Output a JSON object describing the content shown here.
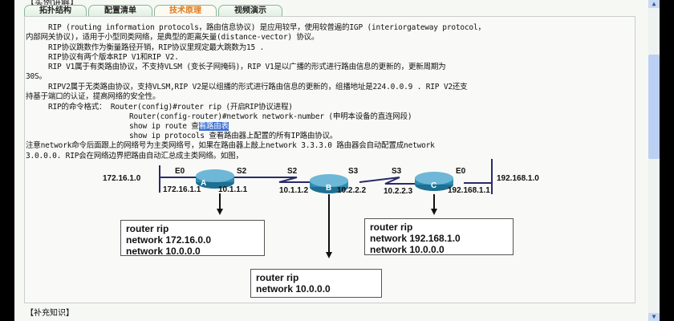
{
  "header": "【实例讲解】",
  "tabs": [
    {
      "label": "拓扑结构"
    },
    {
      "label": "配置清单"
    },
    {
      "label": "技术原理"
    },
    {
      "label": "视频演示"
    }
  ],
  "lines": [
    "RIP (routing information protocols，路由信息协议) 是应用较早，使用较普遍的IGP (interiorgateway protocol，",
    "内部网关协议)，适用于小型同类网络，是典型的距离矢量(distance-vector) 协议。",
    "RIP协议跳数作为衡量路径开销，RIP协议里规定最大跳数为15 .",
    "RIP协议有两个版本RIP V1和RIP V2.",
    "RIP V1属于有类路由协议，不支持VLSM (变长子网掩码)，RIP V1是以广播的形式进行路由信息的更新的，更新周期为",
    "30S。",
    "RIPV2属于无类路由协议，支持VLSM,RIP V2是以组播的形式进行路由信息的更新的，组播地址是224.0.0.9 . RIP V2还支",
    "持基于端口的认证，提高网络的安全性。",
    "RIP的命令格式： Router(config)#router rip  (开启RIP协议进程)",
    "Router(config-router)#network network-number  (申明本设备的直连网段)",
    "show ip protocols 查看路由器上配置的所有IP路由协议。",
    "注意network命令后面跟上的网络号为主类网络号，如果在路由器上敲上network 3.3.3.0 路由器会自动配置成network",
    "3.0.0.0.  RIP会在网络边界把路由自动汇总成主类网络。如图，"
  ],
  "show_route": {
    "cmd": "show ip route ",
    "pre": "查",
    "sel": "看路由表"
  },
  "diagram": {
    "net_left": "172.16.1.0",
    "net_right": "192.168.1.0",
    "routers": [
      "A",
      "B",
      "C"
    ],
    "ifaces": [
      "E0",
      "S2",
      "S2",
      "S3",
      "S3",
      "E0"
    ],
    "ips": [
      "172.16.1.1",
      "10.1.1.1",
      "10.1.1.2",
      "10.2.2.2",
      "10.2.2.3",
      "192.168.1.1"
    ],
    "configs": [
      [
        "router rip",
        "network 172.16.0.0",
        "network 10.0.0.0"
      ],
      [
        "router rip",
        "network 192.168.1.0",
        "network 10.0.0.0"
      ],
      [
        "router rip",
        "network 10.0.0.0"
      ]
    ]
  },
  "footer": "【补充知识】"
}
